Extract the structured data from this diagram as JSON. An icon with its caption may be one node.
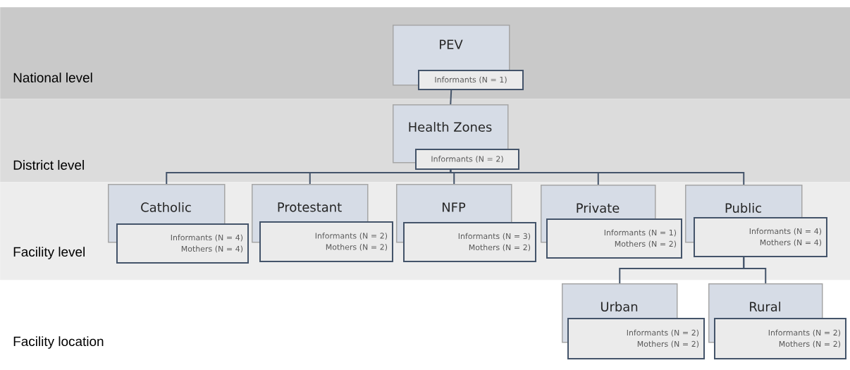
{
  "diagram": {
    "nodes": [
      {
        "text": [
          "National level"
        ]
      },
      {
        "text": [
          "PEV"
        ],
        "in": 0
      },
      {
        "text": [
          "Informants (N = 1)"
        ],
        "in": 0
      },
      {
        "text": [
          "District level"
        ]
      },
      {
        "text": [
          "Health Zones"
        ],
        "in": 3
      },
      {
        "text": [
          "Informants (N = 2)"
        ],
        "in": 3
      },
      {
        "text": [
          "Facility level"
        ]
      },
      {
        "text": [
          "Catholic"
        ],
        "in": 6
      },
      {
        "text": [
          "Informants (N = 4)",
          "Mothers (N = 4)"
        ],
        "in": 6
      },
      {
        "text": [
          "Protestant"
        ],
        "in": 6
      },
      {
        "text": [
          "Informants (N = 2)",
          "Mothers (N = 2)"
        ],
        "in": 6
      },
      {
        "text": [
          "NFP"
        ],
        "in": 6
      },
      {
        "text": [
          "Informants (N = 3)",
          "Mothers (N = 2)"
        ],
        "in": 6
      },
      {
        "text": [
          "Private"
        ],
        "in": 6
      },
      {
        "text": [
          "Informants (N = 1)",
          "Mothers (N = 2)"
        ],
        "in": 6
      },
      {
        "text": [
          "Public"
        ],
        "in": 6
      },
      {
        "text": [
          "Informants (N = 4)",
          "Mothers (N = 4)"
        ],
        "in": 6
      },
      {
        "text": [
          "Facility location"
        ]
      },
      {
        "text": [
          "Urban"
        ]
      },
      {
        "text": [
          "Informants (N = 2)",
          "Mothers (N = 2)"
        ]
      },
      {
        "text": [
          "Rural"
        ]
      },
      {
        "text": [
          "Informants (N = 2)",
          "Mothers (N = 2)"
        ]
      }
    ],
    "edges": [
      {
        "from": 2,
        "to": 4,
        "arrow": "none"
      },
      {
        "from": 5,
        "to": 7,
        "arrow": "none"
      },
      {
        "from": 5,
        "to": 9,
        "arrow": "none"
      },
      {
        "from": 5,
        "to": 11,
        "arrow": "none"
      },
      {
        "from": 5,
        "to": 13,
        "arrow": "none"
      },
      {
        "from": 5,
        "to": 15,
        "arrow": "none"
      },
      {
        "from": 16,
        "to": 18,
        "arrow": "none"
      },
      {
        "from": 16,
        "to": 20,
        "arrow": "none"
      }
    ]
  }
}
